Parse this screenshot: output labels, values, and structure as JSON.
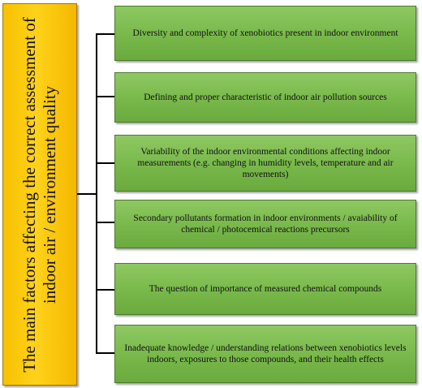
{
  "root": {
    "text": "The main factors affecting the correct assessment of indoor air / environment quality",
    "fill": "#ffc90a"
  },
  "factors": [
    {
      "text": "Diversity and complexity of xenobiotics present in indoor environment"
    },
    {
      "text": "Defining and proper characteristic of indoor air pollution sources"
    },
    {
      "text": "Variability of the indoor environmental conditions affecting indoor measurements (e.g. changing in humidity levels, temperature and air movements)"
    },
    {
      "text": "Secondary pollutants formation in indoor environments / avaiability of  chemical / photocemical reactions precursors"
    },
    {
      "text": "The question of importance of measured chemical compounds"
    },
    {
      "text": "Inadequate knowledge / understanding relations between xenobiotics levels indoors, exposures to those compounds, and their health effects"
    }
  ],
  "colors": {
    "node_fill": "#7ab94c",
    "line": "#000000"
  }
}
